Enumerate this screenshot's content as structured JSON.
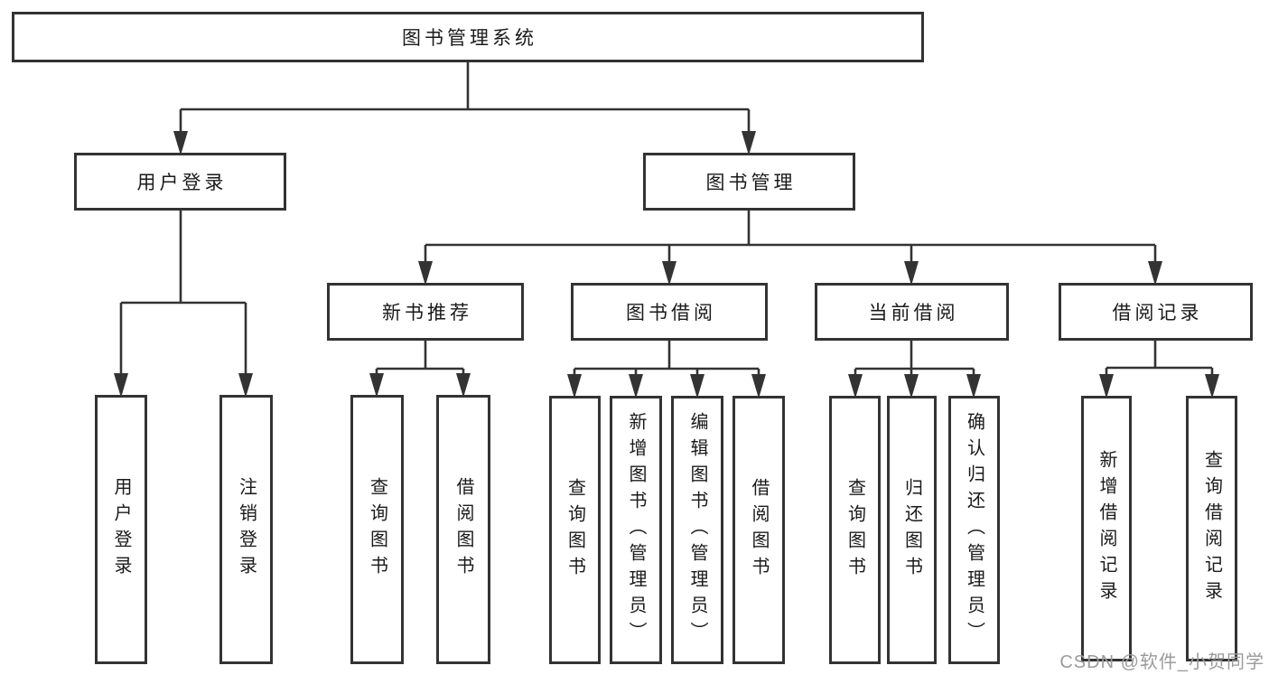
{
  "colors": {
    "line": "#333333",
    "border": "#333333",
    "text": "#1a1a1a",
    "watermark": "#9b9b9b",
    "background": "#ffffff"
  },
  "tree": {
    "label": "图书管理系统",
    "children": [
      {
        "label": "用户登录",
        "children": [
          {
            "label": "用户登录"
          },
          {
            "label": "注销登录"
          }
        ]
      },
      {
        "label": "图书管理",
        "children": [
          {
            "label": "新书推荐",
            "children": [
              {
                "label": "查询图书"
              },
              {
                "label": "借阅图书"
              }
            ]
          },
          {
            "label": "图书借阅",
            "children": [
              {
                "label": "查询图书"
              },
              {
                "label": "新增图书（管理员）"
              },
              {
                "label": "编辑图书（管理员）"
              },
              {
                "label": "借阅图书"
              }
            ]
          },
          {
            "label": "当前借阅",
            "children": [
              {
                "label": "查询图书"
              },
              {
                "label": "归还图书"
              },
              {
                "label": "确认归还（管理员）"
              }
            ]
          },
          {
            "label": "借阅记录",
            "children": [
              {
                "label": "新增借阅记录"
              },
              {
                "label": "查询借阅记录"
              }
            ]
          }
        ]
      }
    ]
  },
  "watermark": {
    "text": "CSDN @软件_小贺同学"
  }
}
